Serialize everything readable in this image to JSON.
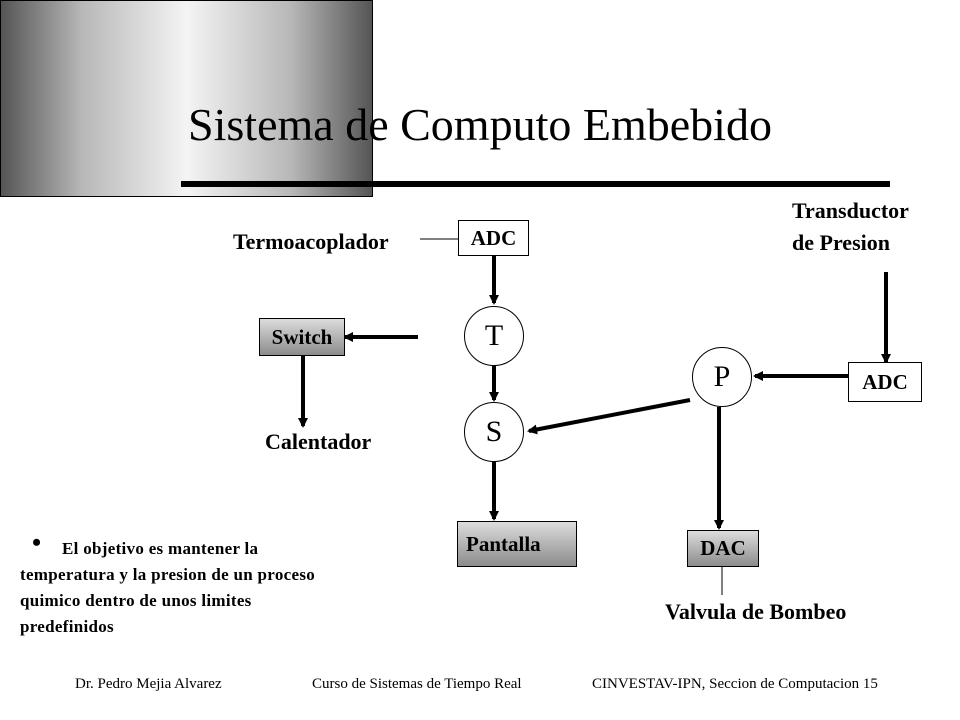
{
  "slide": {
    "title": "Sistema de Computo Embebido"
  },
  "diagram": {
    "termoacoplador": "Termoacoplador",
    "adc_top": "ADC",
    "transductor_line1": "Transductor",
    "transductor_line2": "de Presion",
    "switch": "Switch",
    "calentador": "Calentador",
    "node_t": "T",
    "node_s": "S",
    "node_p": "P",
    "adc_right": "ADC",
    "pantalla": "Pantalla",
    "dac": "DAC",
    "valvula": "Valvula de Bombeo"
  },
  "note": {
    "bullet": "•",
    "text": "El objetivo es mantener la temperatura y la presion de un proceso quimico dentro de unos limites predefinidos"
  },
  "footer": {
    "left": "Dr. Pedro Mejia Alvarez",
    "center": "Curso de Sistemas de Tiempo Real",
    "right": "CINVESTAV-IPN, Seccion de Computacion 15"
  }
}
